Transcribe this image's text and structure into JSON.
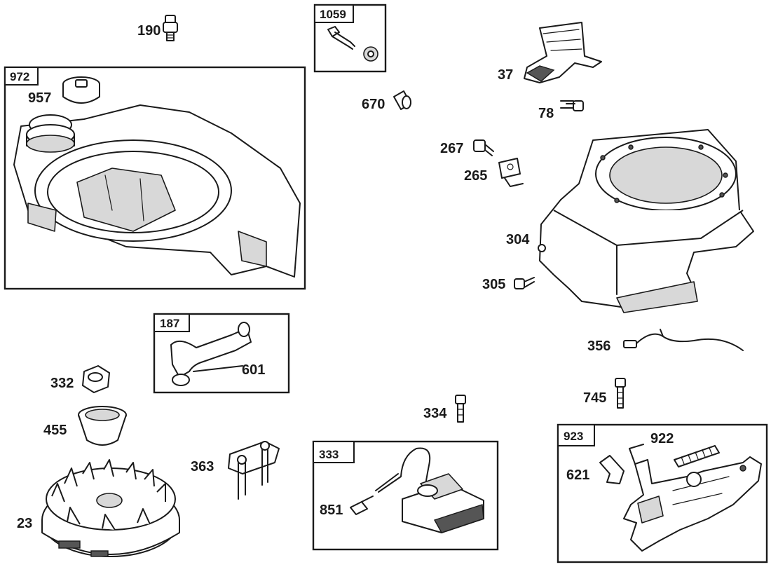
{
  "diagram": {
    "parts": [
      {
        "id": "p190",
        "label": "190"
      },
      {
        "id": "p1059",
        "label": "1059"
      },
      {
        "id": "p37",
        "label": "37"
      },
      {
        "id": "p78",
        "label": "78"
      },
      {
        "id": "p972",
        "label": "972"
      },
      {
        "id": "p957",
        "label": "957"
      },
      {
        "id": "p670",
        "label": "670"
      },
      {
        "id": "p267",
        "label": "267"
      },
      {
        "id": "p265",
        "label": "265"
      },
      {
        "id": "p304",
        "label": "304"
      },
      {
        "id": "p305",
        "label": "305"
      },
      {
        "id": "p187",
        "label": "187"
      },
      {
        "id": "p601",
        "label": "601"
      },
      {
        "id": "p356",
        "label": "356"
      },
      {
        "id": "p332",
        "label": "332"
      },
      {
        "id": "p455",
        "label": "455"
      },
      {
        "id": "p334",
        "label": "334"
      },
      {
        "id": "p745",
        "label": "745"
      },
      {
        "id": "p923",
        "label": "923"
      },
      {
        "id": "p922",
        "label": "922"
      },
      {
        "id": "p621",
        "label": "621"
      },
      {
        "id": "p363",
        "label": "363"
      },
      {
        "id": "p333",
        "label": "333"
      },
      {
        "id": "p851",
        "label": "851"
      },
      {
        "id": "p23",
        "label": "23"
      }
    ]
  }
}
